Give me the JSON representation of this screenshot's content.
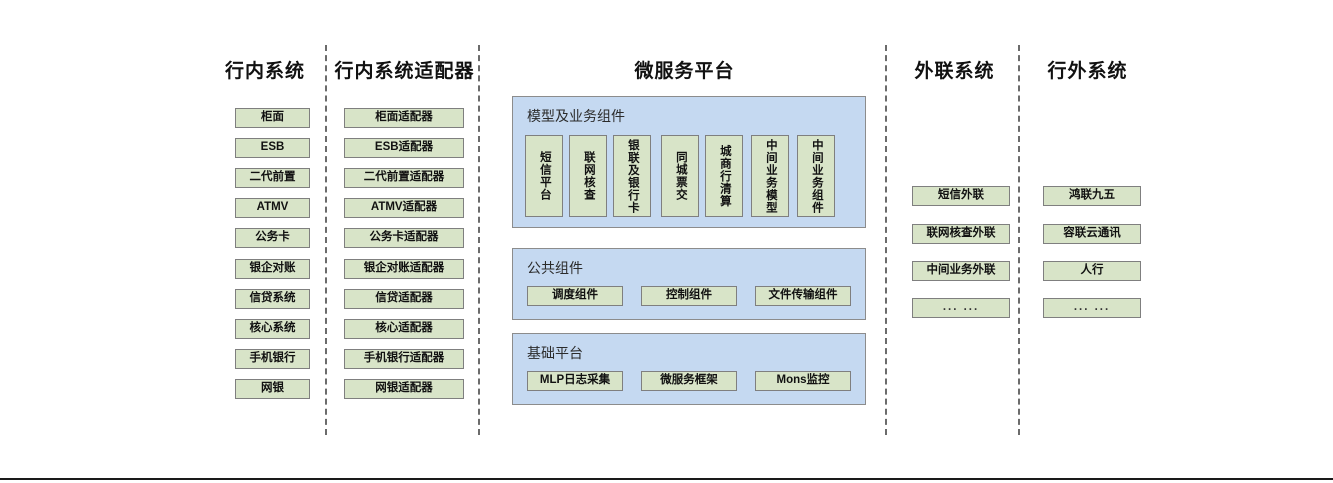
{
  "diagram": {
    "columns": [
      {
        "key": "internal",
        "title": "行内系统"
      },
      {
        "key": "adapter",
        "title": "行内系统适配器"
      },
      {
        "key": "platform",
        "title": "微服务平台"
      },
      {
        "key": "external",
        "title": "外联系统"
      },
      {
        "key": "offbank",
        "title": "行外系统"
      }
    ],
    "internal_systems": [
      "柜面",
      "ESB",
      "二代前置",
      "ATMV",
      "公务卡",
      "银企对账",
      "信贷系统",
      "核心系统",
      "手机银行",
      "网银"
    ],
    "adapters": [
      "柜面适配器",
      "ESB适配器",
      "二代前置适配器",
      "ATMV适配器",
      "公务卡适配器",
      "银企对账适配器",
      "信贷适配器",
      "核心适配器",
      "手机银行适配器",
      "网银适配器"
    ],
    "platform": {
      "groups": [
        {
          "title": "模型及业务组件",
          "orientation": "vertical",
          "items": [
            "短信平台",
            "联网核查",
            "银联及银行卡",
            "同城票交",
            "城商行清算",
            "中间业务模型",
            "中间业务组件"
          ]
        },
        {
          "title": "公共组件",
          "orientation": "horizontal",
          "items": [
            "调度组件",
            "控制组件",
            "文件传输组件"
          ]
        },
        {
          "title": "基础平台",
          "orientation": "horizontal",
          "items": [
            "MLP日志采集",
            "微服务框架",
            "Mons监控"
          ]
        }
      ]
    },
    "external_systems": [
      "短信外联",
      "联网核查外联",
      "中间业务外联",
      "... ..."
    ],
    "offbank_systems": [
      "鸿联九五",
      "容联云通讯",
      "人行",
      "... ..."
    ],
    "colors": {
      "node_fill": "#d8e4c8",
      "node_border": "#7f7f7f",
      "panel_fill": "#c5d9f1",
      "panel_border": "#8c8c8c",
      "divider": "#6b6b6b",
      "text": "#111111"
    }
  }
}
